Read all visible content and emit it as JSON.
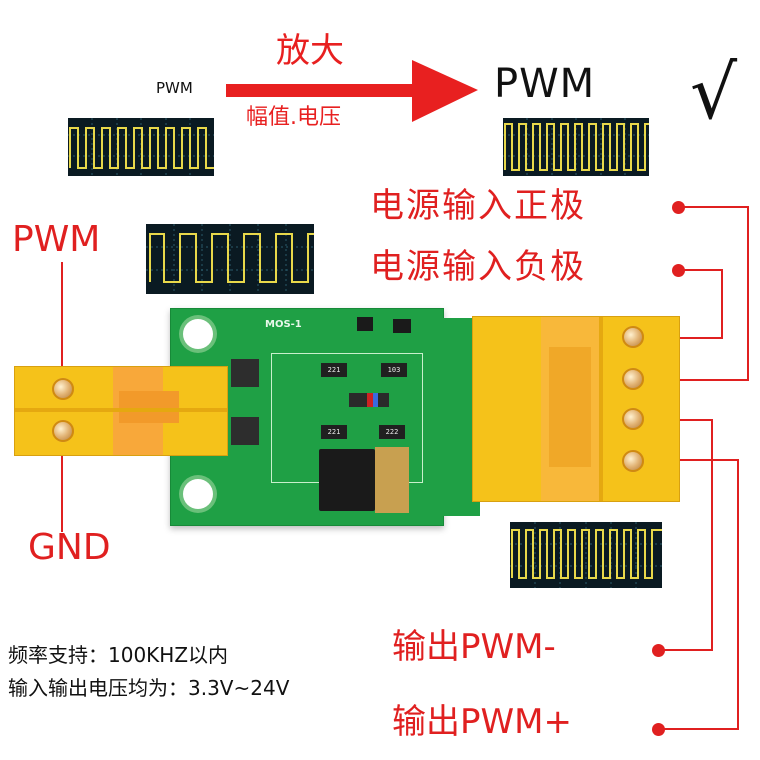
{
  "top": {
    "input_label": "PWM",
    "amplify_label": "放大",
    "amp_desc": "幅值.电压",
    "output_label": "PWM",
    "check_mark": "√"
  },
  "connections": {
    "vin_plus": "电源输入正极",
    "vin_minus": "电源输入负极",
    "pwm_in": "PWM",
    "gnd": "GND",
    "out_minus": "输出PWM-",
    "out_plus": "输出PWM+"
  },
  "board": {
    "silkscreen": "MOS-1",
    "resistor_1": "221",
    "resistor_2": "103",
    "resistor_3": "222",
    "resistor_4": "221"
  },
  "specs": {
    "frequency": "频率支持：100KHZ以内",
    "voltage": "输入输出电压均为：3.3V~24V"
  },
  "colors": {
    "label_red": "#e02020",
    "wire_red": "#e02020",
    "pcb_green": "#1fa045",
    "terminal_yellow": "#f5c21a",
    "scope_trace": "#e8d84a"
  }
}
